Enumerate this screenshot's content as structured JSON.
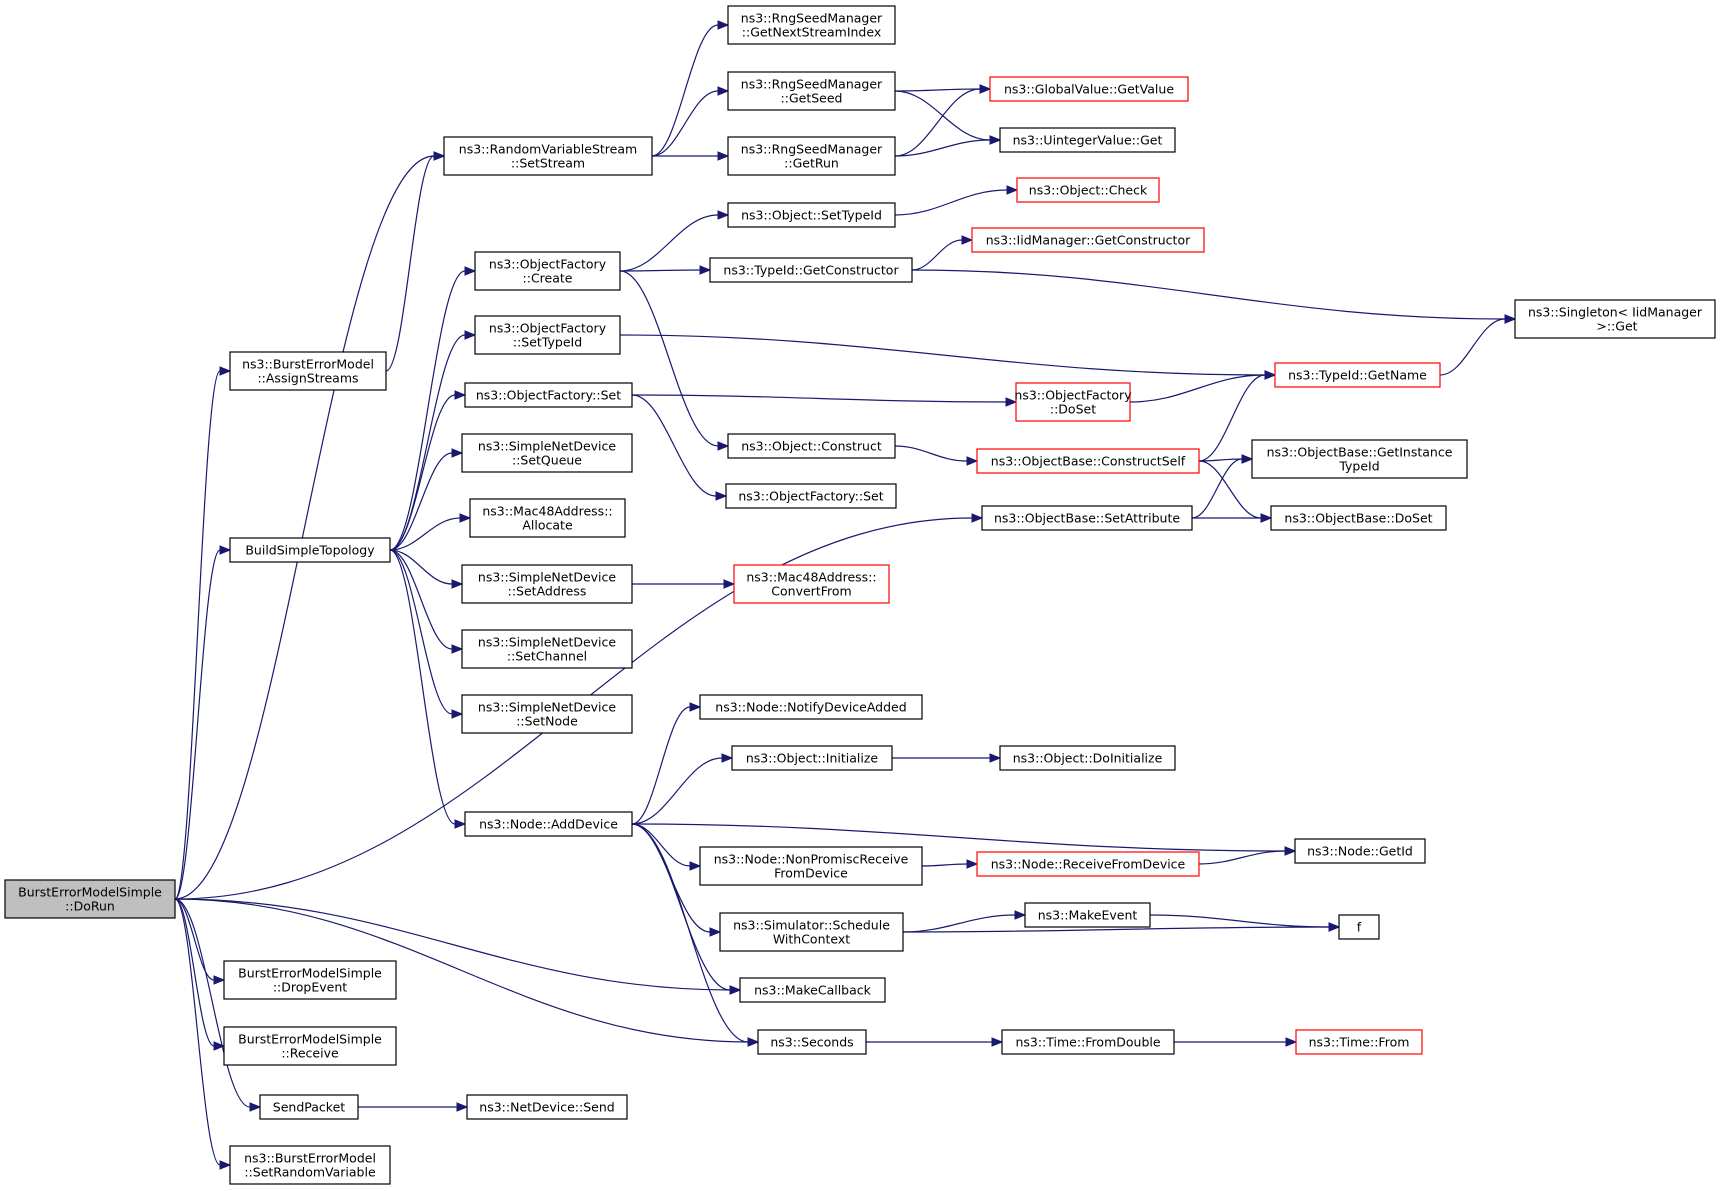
{
  "colors": {
    "edge": "#191970",
    "border_default": "#000000",
    "border_truncated": "#ff0000",
    "fill_default": "#ffffff",
    "fill_root": "#bfbfbf"
  },
  "nodes": [
    {
      "id": "doRun",
      "lines": [
        "BurstErrorModelSimple",
        "::DoRun"
      ],
      "style": "root"
    },
    {
      "id": "assignStreams",
      "lines": [
        "ns3::BurstErrorModel",
        "::AssignStreams"
      ],
      "style": "normal"
    },
    {
      "id": "buildTopo",
      "lines": [
        "BuildSimpleTopology"
      ],
      "style": "normal"
    },
    {
      "id": "dropEvent",
      "lines": [
        "BurstErrorModelSimple",
        "::DropEvent"
      ],
      "style": "normal"
    },
    {
      "id": "receive",
      "lines": [
        "BurstErrorModelSimple",
        "::Receive"
      ],
      "style": "normal"
    },
    {
      "id": "sendPacket",
      "lines": [
        "SendPacket"
      ],
      "style": "normal"
    },
    {
      "id": "setRandomVar",
      "lines": [
        "ns3::BurstErrorModel",
        "::SetRandomVariable"
      ],
      "style": "normal"
    },
    {
      "id": "setStream",
      "lines": [
        "ns3::RandomVariableStream",
        "::SetStream"
      ],
      "style": "normal"
    },
    {
      "id": "ofCreate",
      "lines": [
        "ns3::ObjectFactory",
        "::Create"
      ],
      "style": "normal"
    },
    {
      "id": "ofSetTypeId",
      "lines": [
        "ns3::ObjectFactory",
        "::SetTypeId"
      ],
      "style": "normal"
    },
    {
      "id": "ofSet",
      "lines": [
        "ns3::ObjectFactory::Set"
      ],
      "style": "normal"
    },
    {
      "id": "sndSetQueue",
      "lines": [
        "ns3::SimpleNetDevice",
        "::SetQueue"
      ],
      "style": "normal"
    },
    {
      "id": "macAllocate",
      "lines": [
        "ns3::Mac48Address::",
        "Allocate"
      ],
      "style": "normal"
    },
    {
      "id": "sndSetAddress",
      "lines": [
        "ns3::SimpleNetDevice",
        "::SetAddress"
      ],
      "style": "normal"
    },
    {
      "id": "sndSetChannel",
      "lines": [
        "ns3::SimpleNetDevice",
        "::SetChannel"
      ],
      "style": "normal"
    },
    {
      "id": "sndSetNode",
      "lines": [
        "ns3::SimpleNetDevice",
        "::SetNode"
      ],
      "style": "normal"
    },
    {
      "id": "nodeAddDevice",
      "lines": [
        "ns3::Node::AddDevice"
      ],
      "style": "normal"
    },
    {
      "id": "netDevSend",
      "lines": [
        "ns3::NetDevice::Send"
      ],
      "style": "normal"
    },
    {
      "id": "rngNextStream",
      "lines": [
        "ns3::RngSeedManager",
        "::GetNextStreamIndex"
      ],
      "style": "normal"
    },
    {
      "id": "rngGetSeed",
      "lines": [
        "ns3::RngSeedManager",
        "::GetSeed"
      ],
      "style": "normal"
    },
    {
      "id": "rngGetRun",
      "lines": [
        "ns3::RngSeedManager",
        "::GetRun"
      ],
      "style": "normal"
    },
    {
      "id": "objSetTypeId",
      "lines": [
        "ns3::Object::SetTypeId"
      ],
      "style": "normal"
    },
    {
      "id": "typeIdGetCtor",
      "lines": [
        "ns3::TypeId::GetConstructor"
      ],
      "style": "normal"
    },
    {
      "id": "objConstruct",
      "lines": [
        "ns3::Object::Construct"
      ],
      "style": "normal"
    },
    {
      "id": "ofSet2",
      "lines": [
        "ns3::ObjectFactory::Set"
      ],
      "style": "normal"
    },
    {
      "id": "macConvertFrom",
      "lines": [
        "ns3::Mac48Address::",
        "ConvertFrom"
      ],
      "style": "truncated"
    },
    {
      "id": "nodeNotify",
      "lines": [
        "ns3::Node::NotifyDeviceAdded"
      ],
      "style": "normal"
    },
    {
      "id": "objInitialize",
      "lines": [
        "ns3::Object::Initialize"
      ],
      "style": "normal"
    },
    {
      "id": "nodeNonPromisc",
      "lines": [
        "ns3::Node::NonPromiscReceive",
        "FromDevice"
      ],
      "style": "normal"
    },
    {
      "id": "simSchedule",
      "lines": [
        "ns3::Simulator::Schedule",
        "WithContext"
      ],
      "style": "normal"
    },
    {
      "id": "makeCallback",
      "lines": [
        "ns3::MakeCallback"
      ],
      "style": "normal"
    },
    {
      "id": "seconds",
      "lines": [
        "ns3::Seconds"
      ],
      "style": "normal"
    },
    {
      "id": "gvGetValue",
      "lines": [
        "ns3::GlobalValue::GetValue"
      ],
      "style": "truncated"
    },
    {
      "id": "uintGet",
      "lines": [
        "ns3::UintegerValue::Get"
      ],
      "style": "normal"
    },
    {
      "id": "objCheck",
      "lines": [
        "ns3::Object::Check"
      ],
      "style": "truncated"
    },
    {
      "id": "iidGetCtor",
      "lines": [
        "ns3::IidManager::GetConstructor"
      ],
      "style": "truncated"
    },
    {
      "id": "ofDoSet",
      "lines": [
        "ns3::ObjectFactory",
        "::DoSet"
      ],
      "style": "truncated"
    },
    {
      "id": "obConstructSelf",
      "lines": [
        "ns3::ObjectBase::ConstructSelf"
      ],
      "style": "truncated"
    },
    {
      "id": "obSetAttribute",
      "lines": [
        "ns3::ObjectBase::SetAttribute"
      ],
      "style": "normal"
    },
    {
      "id": "objDoInitialize",
      "lines": [
        "ns3::Object::DoInitialize"
      ],
      "style": "normal"
    },
    {
      "id": "nodeRecvFromDev",
      "lines": [
        "ns3::Node::ReceiveFromDevice"
      ],
      "style": "truncated"
    },
    {
      "id": "makeEvent",
      "lines": [
        "ns3::MakeEvent"
      ],
      "style": "normal"
    },
    {
      "id": "timeFromDouble",
      "lines": [
        "ns3::Time::FromDouble"
      ],
      "style": "normal"
    },
    {
      "id": "singletonGet",
      "lines": [
        "ns3::Singleton< IidManager",
        " >::Get"
      ],
      "style": "normal"
    },
    {
      "id": "typeIdGetName",
      "lines": [
        "ns3::TypeId::GetName"
      ],
      "style": "truncated"
    },
    {
      "id": "obGetInstTypeId",
      "lines": [
        "ns3::ObjectBase::GetInstance",
        "TypeId"
      ],
      "style": "normal"
    },
    {
      "id": "obDoSet",
      "lines": [
        "ns3::ObjectBase::DoSet"
      ],
      "style": "normal"
    },
    {
      "id": "nodeGetId",
      "lines": [
        "ns3::Node::GetId"
      ],
      "style": "normal"
    },
    {
      "id": "f",
      "lines": [
        "f"
      ],
      "style": "normal"
    },
    {
      "id": "timeFrom",
      "lines": [
        "ns3::Time::From"
      ],
      "style": "truncated"
    }
  ],
  "edges": [
    {
      "from": "doRun",
      "to": "setStream"
    },
    {
      "from": "doRun",
      "to": "assignStreams"
    },
    {
      "from": "doRun",
      "to": "buildTopo"
    },
    {
      "from": "doRun",
      "to": "obSetAttribute"
    },
    {
      "from": "doRun",
      "to": "makeCallback"
    },
    {
      "from": "doRun",
      "to": "seconds"
    },
    {
      "from": "doRun",
      "to": "dropEvent"
    },
    {
      "from": "doRun",
      "to": "receive"
    },
    {
      "from": "doRun",
      "to": "sendPacket"
    },
    {
      "from": "doRun",
      "to": "setRandomVar"
    },
    {
      "from": "assignStreams",
      "to": "setStream"
    },
    {
      "from": "setStream",
      "to": "rngNextStream"
    },
    {
      "from": "setStream",
      "to": "rngGetSeed"
    },
    {
      "from": "setStream",
      "to": "rngGetRun"
    },
    {
      "from": "rngGetSeed",
      "to": "gvGetValue"
    },
    {
      "from": "rngGetSeed",
      "to": "uintGet"
    },
    {
      "from": "rngGetRun",
      "to": "gvGetValue"
    },
    {
      "from": "rngGetRun",
      "to": "uintGet"
    },
    {
      "from": "buildTopo",
      "to": "ofCreate"
    },
    {
      "from": "buildTopo",
      "to": "ofSetTypeId"
    },
    {
      "from": "buildTopo",
      "to": "ofSet"
    },
    {
      "from": "buildTopo",
      "to": "sndSetQueue"
    },
    {
      "from": "buildTopo",
      "to": "macAllocate"
    },
    {
      "from": "buildTopo",
      "to": "sndSetAddress"
    },
    {
      "from": "buildTopo",
      "to": "sndSetChannel"
    },
    {
      "from": "buildTopo",
      "to": "sndSetNode"
    },
    {
      "from": "buildTopo",
      "to": "nodeAddDevice"
    },
    {
      "from": "ofCreate",
      "to": "objSetTypeId"
    },
    {
      "from": "ofCreate",
      "to": "typeIdGetCtor"
    },
    {
      "from": "ofCreate",
      "to": "objConstruct"
    },
    {
      "from": "objSetTypeId",
      "to": "objCheck"
    },
    {
      "from": "typeIdGetCtor",
      "to": "iidGetCtor"
    },
    {
      "from": "typeIdGetCtor",
      "to": "singletonGet"
    },
    {
      "from": "ofSetTypeId",
      "to": "typeIdGetName"
    },
    {
      "from": "typeIdGetName",
      "to": "singletonGet"
    },
    {
      "from": "ofSet",
      "to": "ofDoSet"
    },
    {
      "from": "ofSet",
      "to": "ofSet2"
    },
    {
      "from": "ofDoSet",
      "to": "typeIdGetName"
    },
    {
      "from": "objConstruct",
      "to": "obConstructSelf"
    },
    {
      "from": "obConstructSelf",
      "to": "typeIdGetName"
    },
    {
      "from": "obConstructSelf",
      "to": "obGetInstTypeId"
    },
    {
      "from": "obConstructSelf",
      "to": "obDoSet"
    },
    {
      "from": "obSetAttribute",
      "to": "obGetInstTypeId"
    },
    {
      "from": "obSetAttribute",
      "to": "obDoSet"
    },
    {
      "from": "sndSetAddress",
      "to": "macConvertFrom"
    },
    {
      "from": "nodeAddDevice",
      "to": "nodeNotify"
    },
    {
      "from": "nodeAddDevice",
      "to": "objInitialize"
    },
    {
      "from": "nodeAddDevice",
      "to": "nodeGetId"
    },
    {
      "from": "nodeAddDevice",
      "to": "nodeNonPromisc"
    },
    {
      "from": "nodeAddDevice",
      "to": "simSchedule"
    },
    {
      "from": "nodeAddDevice",
      "to": "makeCallback"
    },
    {
      "from": "nodeAddDevice",
      "to": "seconds"
    },
    {
      "from": "objInitialize",
      "to": "objDoInitialize"
    },
    {
      "from": "nodeNonPromisc",
      "to": "nodeRecvFromDev"
    },
    {
      "from": "nodeRecvFromDev",
      "to": "nodeGetId"
    },
    {
      "from": "simSchedule",
      "to": "makeEvent"
    },
    {
      "from": "simSchedule",
      "to": "f"
    },
    {
      "from": "makeEvent",
      "to": "f"
    },
    {
      "from": "seconds",
      "to": "timeFromDouble"
    },
    {
      "from": "timeFromDouble",
      "to": "timeFrom"
    },
    {
      "from": "sendPacket",
      "to": "netDevSend"
    }
  ]
}
